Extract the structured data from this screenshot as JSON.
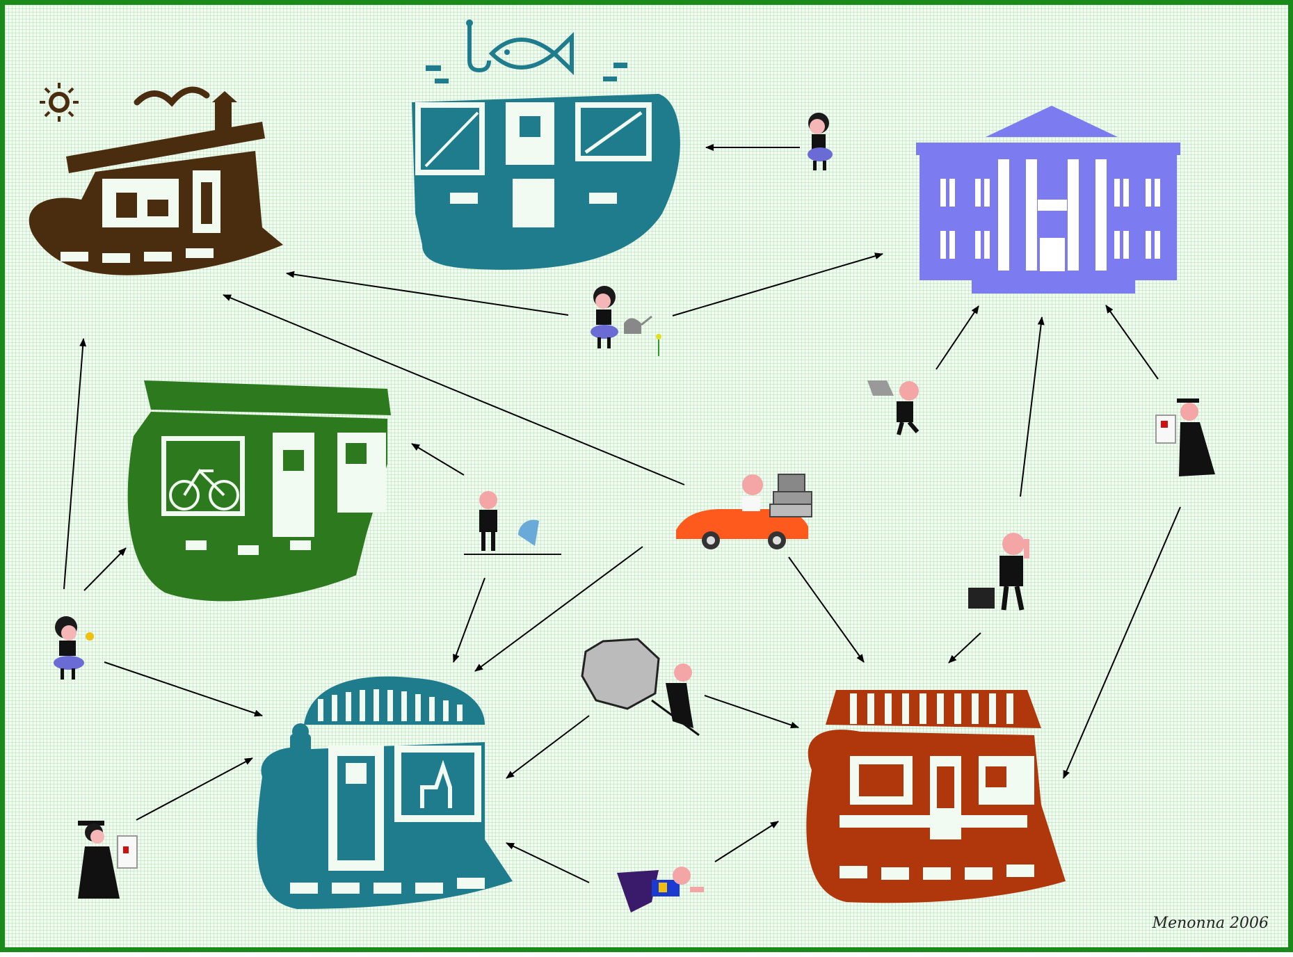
{
  "credit": "Menonna 2006",
  "colors": {
    "border": "#1a8a1a",
    "background": "#f1fbf1",
    "bakery": "#4a2c0e",
    "fish_shop": "#1f7c8c",
    "town_hall": "#7c7cf0",
    "bike_shop": "#2d7a1e",
    "barber_shop": "#1f7c8c",
    "grocery": "#b0360c",
    "arrow": "#000000"
  },
  "buildings": [
    {
      "id": "bakery",
      "icon": "bakery-shop-icon"
    },
    {
      "id": "fish_shop",
      "icon": "fish-shop-icon"
    },
    {
      "id": "town_hall",
      "icon": "town-hall-icon"
    },
    {
      "id": "bike_shop",
      "icon": "bike-shop-icon"
    },
    {
      "id": "barber_shop",
      "icon": "barber-shop-icon"
    },
    {
      "id": "grocery",
      "icon": "grocery-shop-icon"
    }
  ],
  "people": [
    {
      "id": "girl_walking",
      "icon": "girl-walking-icon"
    },
    {
      "id": "girl_watering",
      "icon": "girl-watering-can-icon"
    },
    {
      "id": "man_running",
      "icon": "man-running-icon"
    },
    {
      "id": "graduate_man",
      "icon": "graduate-with-diploma-icon"
    },
    {
      "id": "man_umbrella",
      "icon": "man-with-umbrella-icon"
    },
    {
      "id": "man_car",
      "icon": "man-driving-car-icon"
    },
    {
      "id": "man_briefcase",
      "icon": "man-with-briefcase-icon"
    },
    {
      "id": "girl_flower",
      "icon": "girl-smelling-flower-icon"
    },
    {
      "id": "man_boulder",
      "icon": "man-pushing-boulder-icon"
    },
    {
      "id": "graduate_woman",
      "icon": "graduate-woman-icon"
    },
    {
      "id": "superhero",
      "icon": "flying-superhero-icon"
    }
  ],
  "links": [
    {
      "from": "girl_walking",
      "to": "fish_shop"
    },
    {
      "from": "girl_watering",
      "to": "bakery"
    },
    {
      "from": "girl_watering",
      "to": "town_hall"
    },
    {
      "from": "man_running",
      "to": "town_hall"
    },
    {
      "from": "man_briefcase",
      "to": "town_hall"
    },
    {
      "from": "graduate_man",
      "to": "town_hall"
    },
    {
      "from": "graduate_man",
      "to": "grocery"
    },
    {
      "from": "man_car",
      "to": "bakery"
    },
    {
      "from": "man_car",
      "to": "barber_shop"
    },
    {
      "from": "man_car",
      "to": "grocery"
    },
    {
      "from": "man_umbrella",
      "to": "bike_shop"
    },
    {
      "from": "man_umbrella",
      "to": "barber_shop"
    },
    {
      "from": "man_briefcase",
      "to": "grocery"
    },
    {
      "from": "girl_flower",
      "to": "bakery"
    },
    {
      "from": "girl_flower",
      "to": "bike_shop"
    },
    {
      "from": "girl_flower",
      "to": "barber_shop"
    },
    {
      "from": "man_boulder",
      "to": "barber_shop"
    },
    {
      "from": "man_boulder",
      "to": "grocery"
    },
    {
      "from": "graduate_woman",
      "to": "barber_shop"
    },
    {
      "from": "superhero",
      "to": "barber_shop"
    },
    {
      "from": "superhero",
      "to": "grocery"
    }
  ]
}
